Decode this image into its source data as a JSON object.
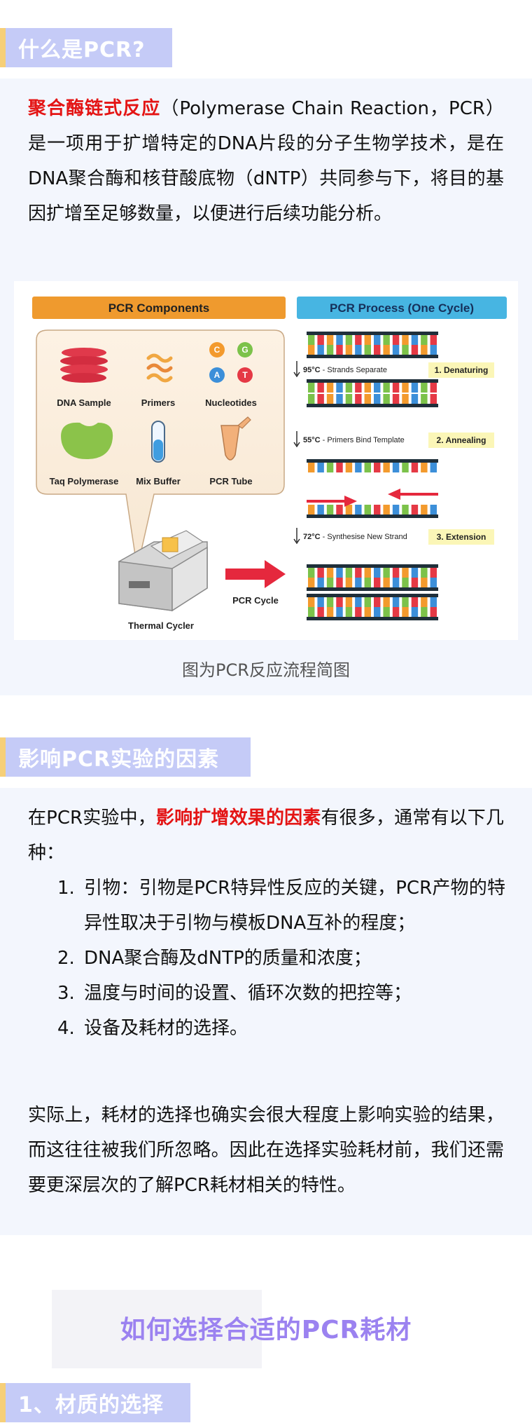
{
  "section1": {
    "heading": "什么是PCR?",
    "para_highlight": "聚合酶链式反应",
    "para_rest": "（Polymerase Chain Reaction，PCR）是一项用于扩增特定的DNA片段的分子生物学技术，是在DNA聚合酶和核苷酸底物（dNTP）共同参与下，将目的基因扩增至足够数量，以便进行后续功能分析。",
    "figure": {
      "components_title": "PCR Components",
      "process_title": "PCR Process (One Cycle)",
      "items": [
        "DNA Sample",
        "Primers",
        "Nucleotides",
        "Taq Polymerase",
        "Mix Buffer",
        "PCR Tube"
      ],
      "nucleotides": [
        "C",
        "G",
        "A",
        "T"
      ],
      "cycler_label": "Thermal Cycler",
      "cycle_label": "PCR Cycle",
      "steps": [
        {
          "temp": "95°C",
          "desc": " - Strands Separate",
          "tag": "1. Denaturing"
        },
        {
          "temp": "55°C",
          "desc": " - Primers Bind Template",
          "tag": "2. Annealing"
        },
        {
          "temp": "72°C",
          "desc": " - Synthesise New Strand",
          "tag": "3. Extension"
        }
      ]
    },
    "caption": "图为PCR反应流程简图"
  },
  "section2": {
    "heading": "影响PCR实验的因素",
    "intro_before": "在PCR实验中，",
    "intro_highlight": "影响扩增效果的因素",
    "intro_after": "有很多，通常有以下几种：",
    "factors": [
      {
        "num": "1.",
        "text": "引物：引物是PCR特异性反应的关键，PCR产物的特异性取决于引物与模板DNA互补的程度；"
      },
      {
        "num": "2.",
        "text": "DNA聚合酶及dNTP的质量和浓度；"
      },
      {
        "num": "3.",
        "text": "温度与时间的设置、循环次数的把控等；"
      },
      {
        "num": "4.",
        "text": "设备及耗材的选择。"
      }
    ],
    "closing": "实际上，耗材的选择也确实会很大程度上影响实验的结果，而这往往被我们所忽略。因此在选择实验耗材前，我们还需要更深层次的了解PCR耗材相关的特性。"
  },
  "section3": {
    "title": "如何选择合适的PCR耗材"
  },
  "section4": {
    "heading": "1、材质的选择"
  },
  "colors": {
    "heading_bg": "#c5cbf7",
    "heading_bar": "#f6cf78",
    "highlight": "#e41414",
    "title_purple": "#9b82f0",
    "panel_bg": "#f3f6fd"
  }
}
